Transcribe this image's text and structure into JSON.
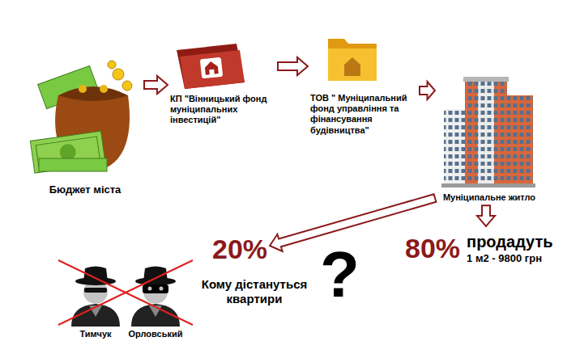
{
  "diagram": {
    "nodes": [
      {
        "text": [
          "Бюджет міста"
        ]
      },
      {
        "text": [
          "КП \"Вінницький фонд муніципальних інвестицій\""
        ]
      },
      {
        "text": [
          "ТОВ \" Муніципальний фонд управління та фінансування будівництва\""
        ]
      },
      {
        "text": [
          "Муніципальне житло"
        ]
      },
      {
        "text": [
          "20%"
        ]
      },
      {
        "text": [
          "80%",
          "продадуть",
          "1 м2 - 9800 грн"
        ]
      },
      {
        "text": [
          "Тимчук"
        ]
      },
      {
        "text": [
          "Орловський"
        ]
      }
    ],
    "edges": [
      {
        "from": 0,
        "to": 1,
        "arrow": "to"
      },
      {
        "from": 1,
        "to": 2,
        "arrow": "to"
      },
      {
        "from": 2,
        "to": 3,
        "arrow": "to"
      },
      {
        "from": 3,
        "to": 4,
        "arrow": "to"
      },
      {
        "from": 3,
        "to": 5,
        "arrow": "to"
      }
    ],
    "labels": [
      "Кому дістануться квартири",
      "?"
    ]
  }
}
